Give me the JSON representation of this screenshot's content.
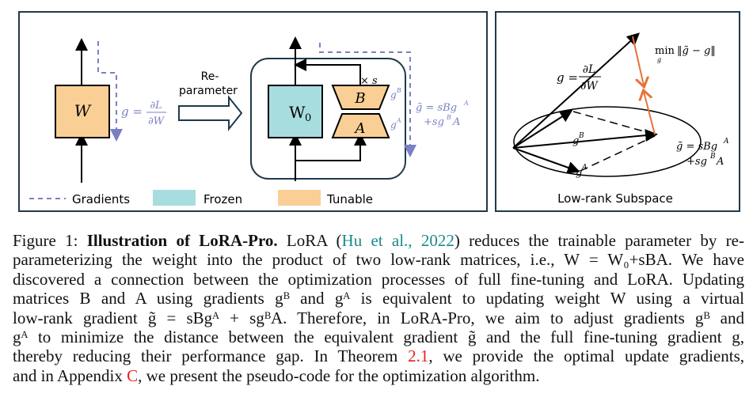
{
  "figure": {
    "left_panel": {
      "w_label": "W",
      "w0_label": "W",
      "w0_sub": "0",
      "b_label": "B",
      "a_label": "A",
      "scale_label": "× s",
      "grad_b": "g",
      "grad_a": "g",
      "sup_b": "B",
      "sup_a": "A",
      "g_eq": "g =",
      "dL": "∂L",
      "dW": "∂W",
      "reparam_line1": "Re-",
      "reparam_line2": "parameter",
      "gtilde_line1": "g̃ = sBg",
      "gtilde_line2": "+sg",
      "gtilde_line2_end": "A",
      "legend": {
        "gradients": "Gradients",
        "frozen": "Frozen",
        "tunable": "Tunable"
      }
    },
    "right_panel": {
      "g_eq": "g =",
      "dL": "∂L",
      "dW": "∂W",
      "min_label": "min",
      "min_sub": "g",
      "min_expr": "‖g̃ − g‖",
      "gB": "g",
      "gA": "g",
      "gtilde_line1": "g̃ = sBg",
      "gtilde_line2": "+sg",
      "gtilde_line2_end": "A",
      "subspace_label": "Low-rank Subspace"
    },
    "colors": {
      "frozen": "#a8dde0",
      "tunable": "#f9cf96",
      "gradient": "#7a80c4",
      "orange": "#e8723a",
      "border": "#1f3a4a"
    }
  },
  "caption": {
    "lines": [
      [
        "Figure 1: ",
        "Illustration of LoRA-Pro.",
        " LoRA (",
        "Hu et al., 2022",
        ") reduces the trainable parameter by re-"
      ],
      [
        "parameterizing the weight into the product of two low-rank matrices, i.e., W = W₀+sBA. We have"
      ],
      [
        "discovered a connection between the optimization processes of full fine-tuning and LoRA. Updating"
      ],
      [
        "matrices B and A using gradients gᴮ and gᴬ is equivalent to updating weight W using a virtual"
      ],
      [
        "low-rank gradient g̃ = sBgᴬ + sgᴮA. Therefore, in LoRA-Pro, we aim to adjust gradients gᴮ and"
      ],
      [
        "gᴬ to minimize the distance between the equivalent gradient g̃ and the full fine-tuning gradient g,"
      ],
      [
        "thereby reducing their performance gap. In Theorem ",
        "2.1",
        ", we provide the optimal update gradients,"
      ],
      [
        "and in Appendix ",
        "C",
        ", we present the pseudo-code for the optimization algorithm."
      ]
    ]
  }
}
